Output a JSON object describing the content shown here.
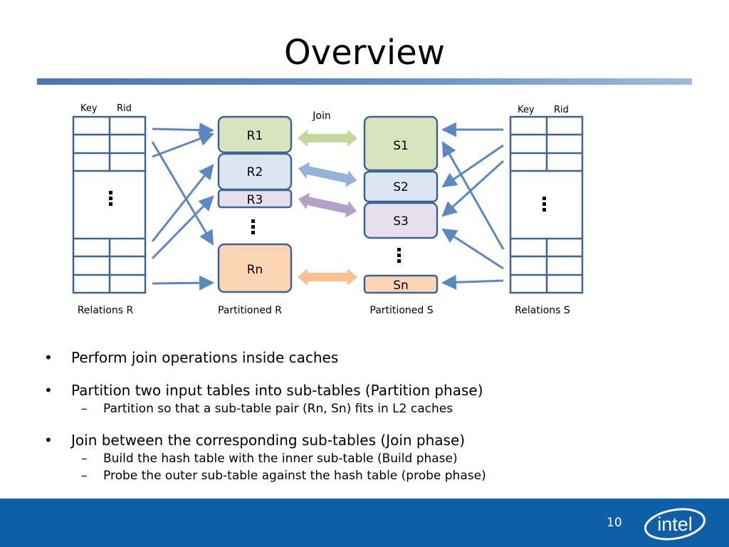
{
  "slide": {
    "title": "Overview",
    "page_number": "10"
  },
  "diagram": {
    "join_label": "Join",
    "relations_r": {
      "col_key": "Key",
      "col_rid": "Rid",
      "caption": "Relations R"
    },
    "relations_s": {
      "col_key": "Key",
      "col_rid": "Rid",
      "caption": "Relations S"
    },
    "partitioned_r": {
      "caption": "Partitioned R",
      "r1": "R1",
      "r2": "R2",
      "r3": "R3",
      "rn": "Rn"
    },
    "partitioned_s": {
      "caption": "Partitioned S",
      "s1": "S1",
      "s2": "S2",
      "s3": "S3",
      "sn": "Sn"
    },
    "colors": {
      "partition_1": "#d7e4bd",
      "partition_2": "#dce6f2",
      "partition_3": "#e6e0ec",
      "partition_n": "#fcd5b5",
      "border": "#3f6494",
      "arrow": "#5b87c3"
    }
  },
  "bullets": [
    {
      "text": "Perform join operations inside caches",
      "sub": []
    },
    {
      "text": "Partition two input tables into sub-tables (Partition phase)",
      "sub": [
        "Partition so that a sub-table pair (Rn, Sn) fits in L2 caches"
      ]
    },
    {
      "text": "Join between the corresponding sub-tables (Join phase)",
      "sub": [
        "Build the hash table with the inner sub-table (Build phase)",
        "Probe the outer sub-table against the hash table (probe phase)"
      ]
    }
  ],
  "footer": {
    "logo_text": "intel"
  }
}
